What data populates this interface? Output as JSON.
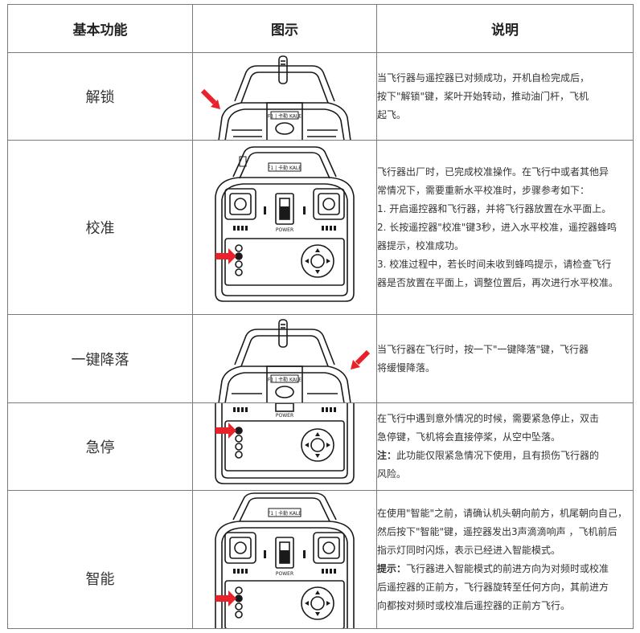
{
  "headers": {
    "function": "基本功能",
    "figure": "图示",
    "description": "说明"
  },
  "rows": [
    {
      "function": "解锁",
      "lines": [
        "当飞行器与遥控器已对频成功，开机自检完成后，",
        "按下\"解锁\"键，桨叶开始转动，推动油门杆，飞机",
        "起飞。"
      ]
    },
    {
      "function": "校准",
      "lines": [
        "飞行器出厂时，已完成校准操作。在飞行中或者其他异",
        "常情况下，需要重新水平校准时，步骤参考如下：",
        "1. 开启遥控器和飞行器，并将飞行器放置在水平面上。",
        "2. 长按遥控器\"校准\"键3秒，进入水平校准，遥控器蜂鸣",
        "器提示，校准成功。",
        "3. 校准过程中，若长时间未收到蜂鸣提示，请检查飞行",
        "器是否放置在平面上，调整位置后，再次进行水平校准。"
      ]
    },
    {
      "function": "一键降落",
      "lines": [
        "当飞行器在飞行时，按一下\"一键降落\"键，飞行器",
        "将缓慢降落。"
      ]
    },
    {
      "function": "急停",
      "lines": [
        "在飞行中遇到意外情况的时候，需要紧急停止，双击",
        "急停键，飞机将会直接停桨，从空中坠落。"
      ],
      "note_label": "注：",
      "note_lines": [
        "此功能仅限紧急情况下使用，且有损伤飞行器的",
        "风险。"
      ]
    },
    {
      "function": "智能",
      "lines": [
        "在使用\"智能\"之前，请确认机头朝向前方，机尾朝向自己，",
        "然后按下\"智能\"键，遥控器发出3声滴滴响声 ，飞机前后",
        "指示灯同时闪烁，表示已经进入智能模式。"
      ],
      "note_label": "提示：",
      "note_lines": [
        "飞行器进入智能模式的前进方向为对频时或校准",
        "后遥控器的正前方，飞行器旋转至任何方向，其前进方",
        "向都按对频时或校准后遥控器的正前方飞行。"
      ]
    }
  ],
  "figure": {
    "power_label": "POWER",
    "brand_label": "F1 | 卡勒 KALE"
  },
  "colors": {
    "arrow": "#e8212a",
    "outline": "#1a1a1a",
    "border": "#7a7a7a"
  }
}
